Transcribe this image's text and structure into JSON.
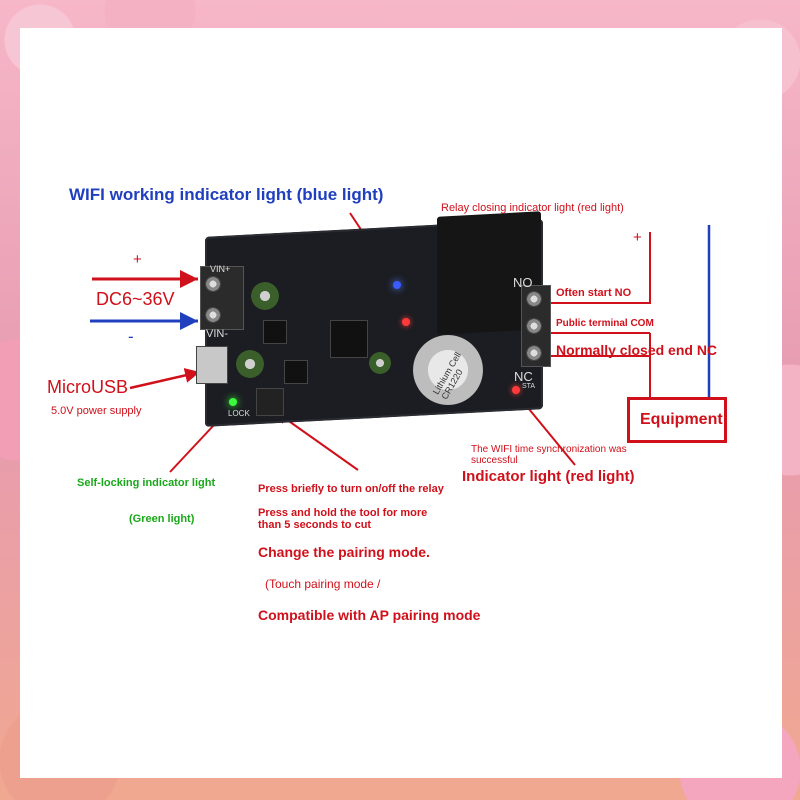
{
  "wifi_indicator": "WIFI working indicator light (blue light)",
  "relay_indicator": "Relay closing indicator light (red light)",
  "plus1": "+",
  "minus1": "-",
  "voltage": "DC6~36V",
  "vin_plus": "VIN+",
  "vin_minus": "VIN-",
  "microusb": "MicroUSB",
  "power_supply": "5.0V power supply",
  "self_lock": "Self-locking indicator light",
  "green_light": "(Green light)",
  "lock": "LOCK",
  "press_briefly": "Press briefly to turn on/off the relay",
  "press_hold": "Press and hold the tool for more than 5 seconds to cut",
  "pairing": "Change the pairing mode.",
  "touch_pairing": "(Touch pairing mode /",
  "ap_pairing": "Compatible with AP pairing mode",
  "no": "NO",
  "nc": "NC",
  "often_no": "Often start NO",
  "public_com": "Public terminal COM",
  "normally_closed": "Normally closed end NC",
  "plus2": "+",
  "equipment": "Equipment",
  "wifi_sync": "The WIFI time synchronization was successful",
  "indicator_red": "Indicator light (red light)",
  "battery_label": "Lithium Cell CR1220",
  "sta": "STA",
  "colors": {
    "red": "#d0101a",
    "blue": "#1f3fbf",
    "green": "#19a81a"
  }
}
